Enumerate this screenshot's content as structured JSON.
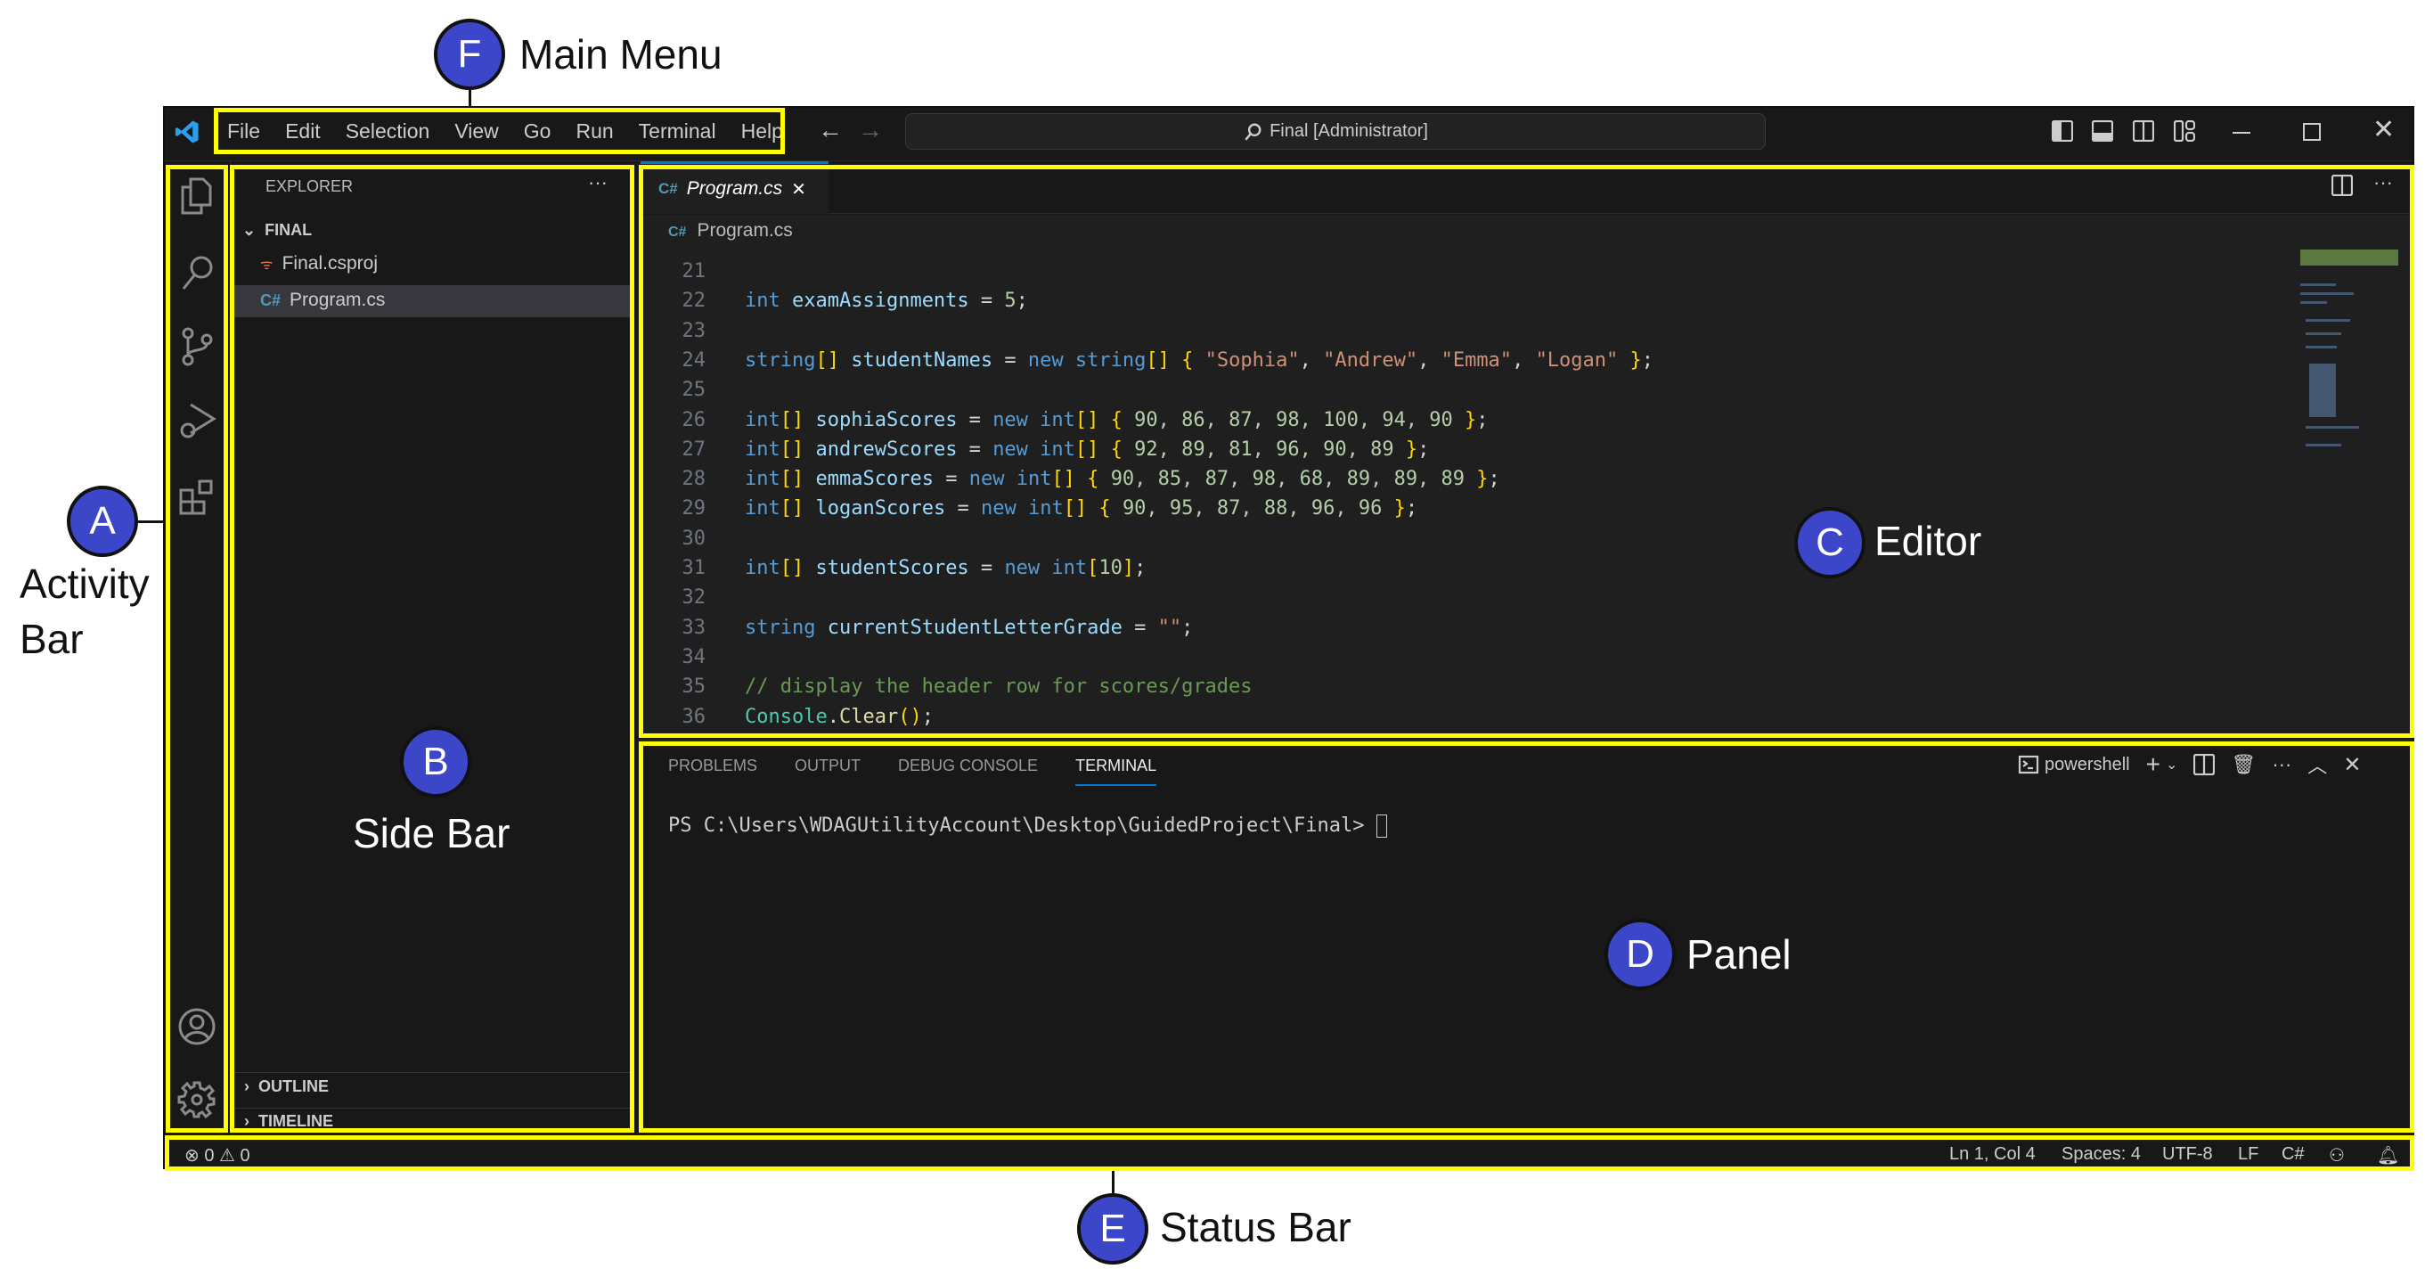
{
  "annotations": {
    "F": "Main Menu",
    "A": "Activity Bar",
    "A_line1": "Activity",
    "A_line2": "Bar",
    "B": "Side Bar",
    "C": "Editor",
    "D": "Panel",
    "E": "Status Bar",
    "letters": {
      "a": "A",
      "b": "B",
      "c": "C",
      "d": "D",
      "e": "E",
      "f": "F"
    }
  },
  "menu": [
    "File",
    "Edit",
    "Selection",
    "View",
    "Go",
    "Run",
    "Terminal",
    "Help"
  ],
  "command_center": "Final [Administrator]",
  "sidebar": {
    "title": "EXPLORER",
    "folder": "FINAL",
    "files": [
      "Final.csproj",
      "Program.cs"
    ],
    "sections": [
      "OUTLINE",
      "TIMELINE"
    ],
    "more": "···"
  },
  "editor": {
    "tab": "Program.cs",
    "breadcrumb": "Program.cs",
    "close": "✕",
    "more": "···",
    "lines": [
      {
        "num": "21",
        "tokens": []
      },
      {
        "num": "22",
        "tokens": [
          [
            "int",
            "k"
          ],
          [
            " examAssignments",
            "v"
          ],
          [
            " = ",
            "p"
          ],
          [
            "5",
            "n"
          ],
          [
            ";",
            "p"
          ]
        ]
      },
      {
        "num": "23",
        "tokens": []
      },
      {
        "num": "24",
        "tokens": [
          [
            "string",
            "k"
          ],
          [
            "[]",
            "b"
          ],
          [
            " studentNames",
            "v"
          ],
          [
            " = ",
            "p"
          ],
          [
            "new",
            "k"
          ],
          [
            " string",
            "k"
          ],
          [
            "[]",
            "b"
          ],
          [
            " { ",
            "b"
          ],
          [
            "\"Sophia\"",
            "s"
          ],
          [
            ", ",
            "p"
          ],
          [
            "\"Andrew\"",
            "s"
          ],
          [
            ", ",
            "p"
          ],
          [
            "\"Emma\"",
            "s"
          ],
          [
            ", ",
            "p"
          ],
          [
            "\"Logan\"",
            "s"
          ],
          [
            " }",
            "b"
          ],
          [
            ";",
            "p"
          ]
        ]
      },
      {
        "num": "25",
        "tokens": []
      },
      {
        "num": "26",
        "tokens": [
          [
            "int",
            "k"
          ],
          [
            "[]",
            "b"
          ],
          [
            " sophiaScores",
            "v"
          ],
          [
            " = ",
            "p"
          ],
          [
            "new",
            "k"
          ],
          [
            " int",
            "k"
          ],
          [
            "[]",
            "b"
          ],
          [
            " { ",
            "b"
          ],
          [
            "90, 86, 87, 98, 100, 94, 90",
            "n"
          ],
          [
            " }",
            "b"
          ],
          [
            ";",
            "p"
          ]
        ]
      },
      {
        "num": "27",
        "tokens": [
          [
            "int",
            "k"
          ],
          [
            "[]",
            "b"
          ],
          [
            " andrewScores",
            "v"
          ],
          [
            " = ",
            "p"
          ],
          [
            "new",
            "k"
          ],
          [
            " int",
            "k"
          ],
          [
            "[]",
            "b"
          ],
          [
            " { ",
            "b"
          ],
          [
            "92, 89, 81, 96, 90, 89",
            "n"
          ],
          [
            " }",
            "b"
          ],
          [
            ";",
            "p"
          ]
        ]
      },
      {
        "num": "28",
        "tokens": [
          [
            "int",
            "k"
          ],
          [
            "[]",
            "b"
          ],
          [
            " emmaScores",
            "v"
          ],
          [
            " = ",
            "p"
          ],
          [
            "new",
            "k"
          ],
          [
            " int",
            "k"
          ],
          [
            "[]",
            "b"
          ],
          [
            " { ",
            "b"
          ],
          [
            "90, 85, 87, 98, 68, 89, 89, 89",
            "n"
          ],
          [
            " }",
            "b"
          ],
          [
            ";",
            "p"
          ]
        ]
      },
      {
        "num": "29",
        "tokens": [
          [
            "int",
            "k"
          ],
          [
            "[]",
            "b"
          ],
          [
            " loganScores",
            "v"
          ],
          [
            " = ",
            "p"
          ],
          [
            "new",
            "k"
          ],
          [
            " int",
            "k"
          ],
          [
            "[]",
            "b"
          ],
          [
            " { ",
            "b"
          ],
          [
            "90, 95, 87, 88, 96, 96",
            "n"
          ],
          [
            " }",
            "b"
          ],
          [
            ";",
            "p"
          ]
        ]
      },
      {
        "num": "30",
        "tokens": []
      },
      {
        "num": "31",
        "tokens": [
          [
            "int",
            "k"
          ],
          [
            "[]",
            "b"
          ],
          [
            " studentScores",
            "v"
          ],
          [
            " = ",
            "p"
          ],
          [
            "new",
            "k"
          ],
          [
            " int",
            "k"
          ],
          [
            "[",
            "b"
          ],
          [
            "10",
            "n"
          ],
          [
            "]",
            "b"
          ],
          [
            ";",
            "p"
          ]
        ]
      },
      {
        "num": "32",
        "tokens": []
      },
      {
        "num": "33",
        "tokens": [
          [
            "string",
            "k"
          ],
          [
            " currentStudentLetterGrade",
            "v"
          ],
          [
            " = ",
            "p"
          ],
          [
            "\"\"",
            "s"
          ],
          [
            ";",
            "p"
          ]
        ]
      },
      {
        "num": "34",
        "tokens": []
      },
      {
        "num": "35",
        "tokens": [
          [
            "// display the header row for scores/grades",
            "c"
          ]
        ]
      },
      {
        "num": "36",
        "tokens": [
          [
            "Console",
            "t"
          ],
          [
            ".",
            "p"
          ],
          [
            "Clear",
            "m"
          ],
          [
            "()",
            "b"
          ],
          [
            ";",
            "p"
          ]
        ]
      }
    ]
  },
  "panel": {
    "tabs": [
      "PROBLEMS",
      "OUTPUT",
      "DEBUG CONSOLE",
      "TERMINAL"
    ],
    "active_tab": "TERMINAL",
    "shell": "powershell",
    "prompt": "PS C:\\Users\\WDAGUtilityAccount\\Desktop\\GuidedProject\\Final>",
    "more": "···"
  },
  "status": {
    "errors": "0",
    "warnings": "0",
    "position": "Ln 1, Col 4",
    "spaces": "Spaces: 4",
    "encoding": "UTF-8",
    "eol": "LF",
    "language": "C#"
  },
  "colors": {
    "highlight": "#ffff00",
    "bubble": "#3b46c8",
    "accent": "#0078d4"
  }
}
